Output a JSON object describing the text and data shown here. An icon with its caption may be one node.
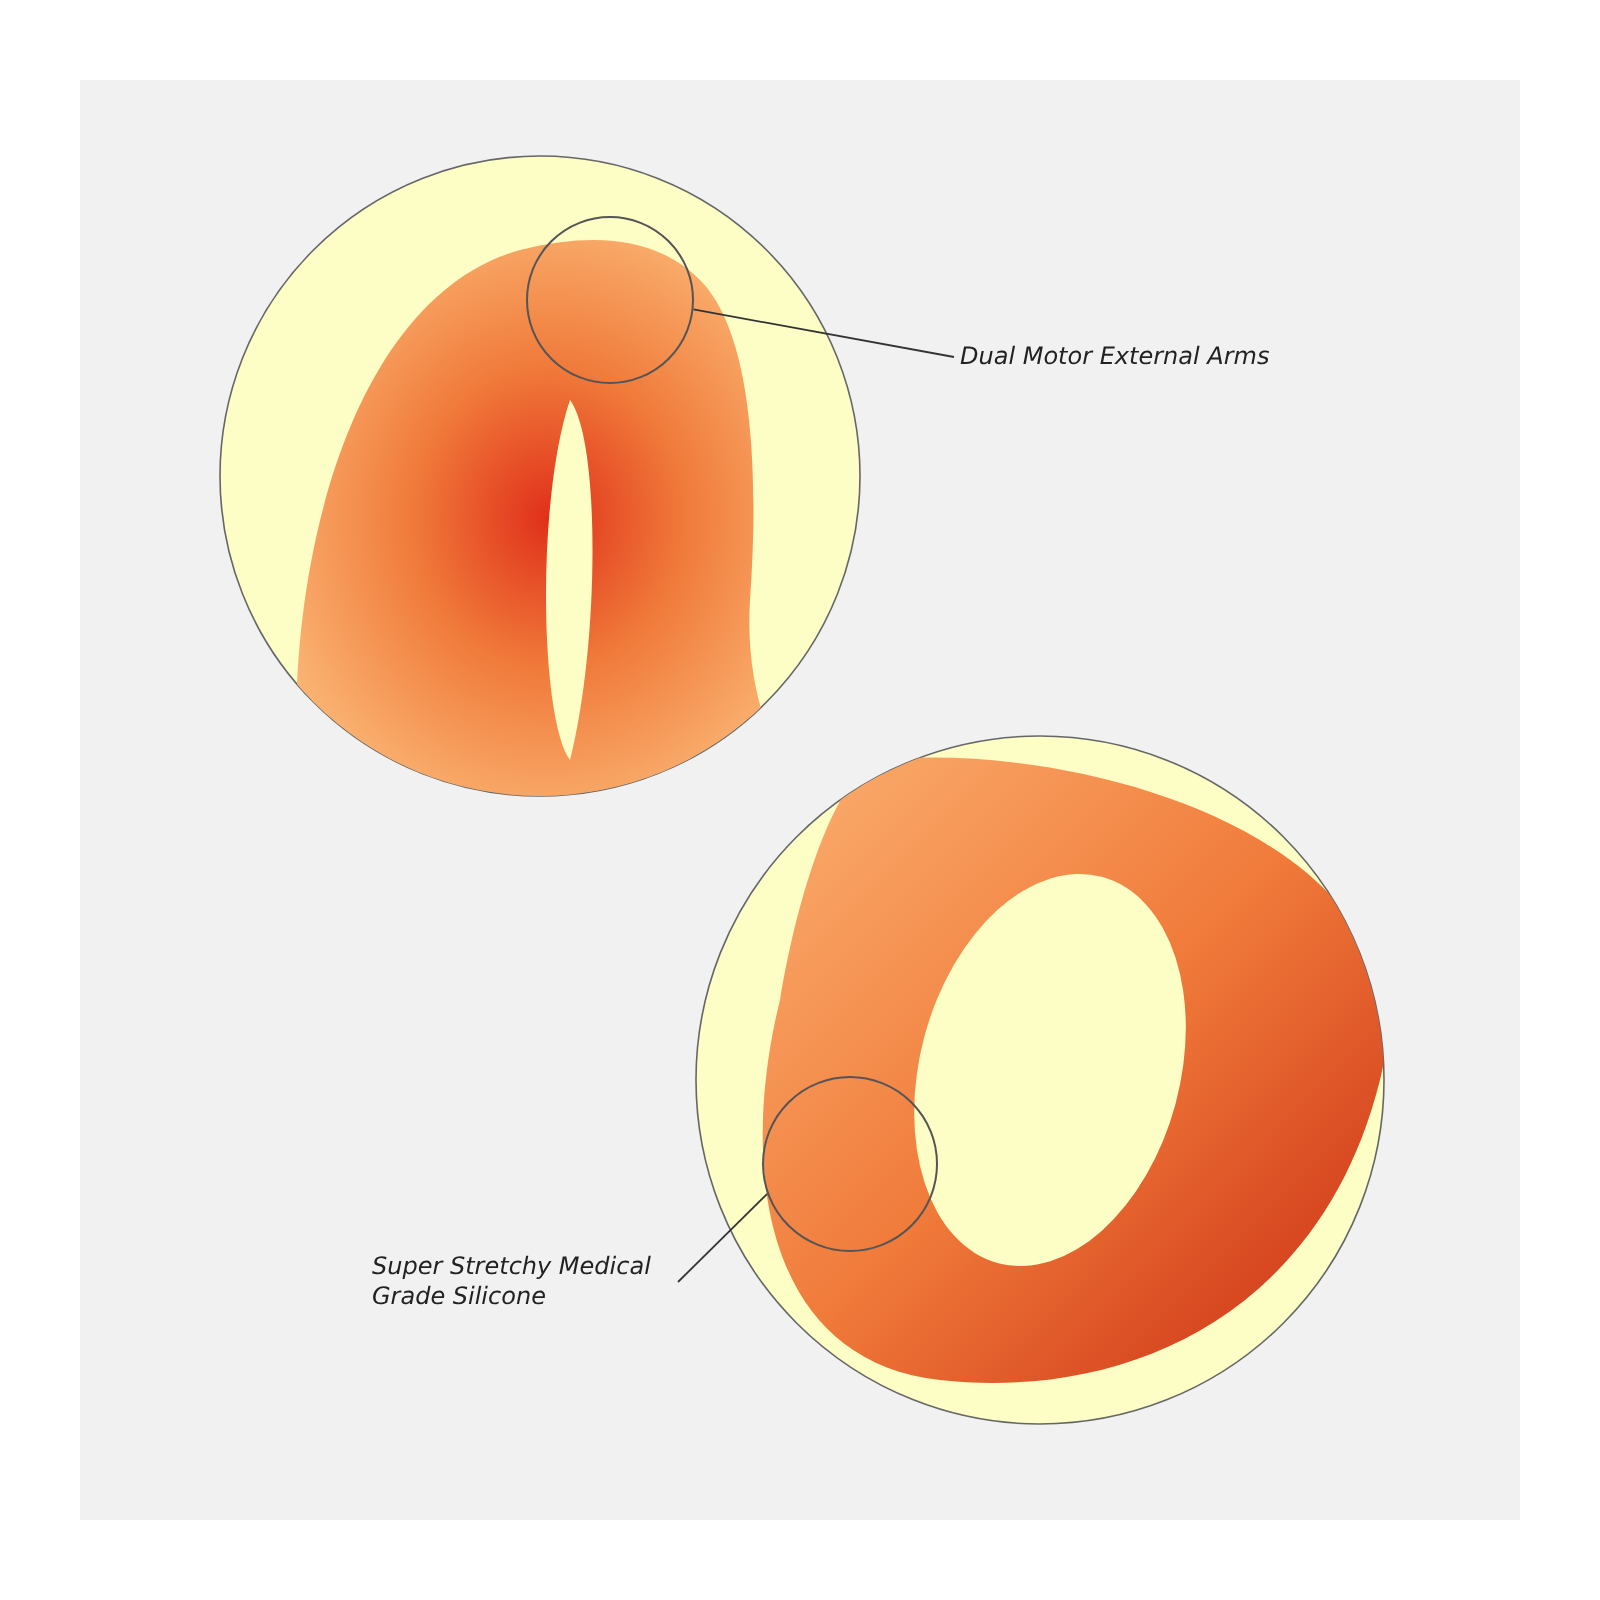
{
  "diagram": {
    "nodes": [
      {
        "text": [],
        "shape": "circle"
      },
      {
        "text": [
          "Dual Motor External Arms"
        ]
      },
      {
        "text": [
          "Super Stretchy Medical Grade Silicone"
        ]
      },
      {
        "text": [],
        "shape": "circle"
      }
    ],
    "edges": [
      {
        "from": 1,
        "to": 0,
        "arrow": "none"
      },
      {
        "from": 2,
        "to": 3,
        "arrow": "none"
      }
    ]
  }
}
